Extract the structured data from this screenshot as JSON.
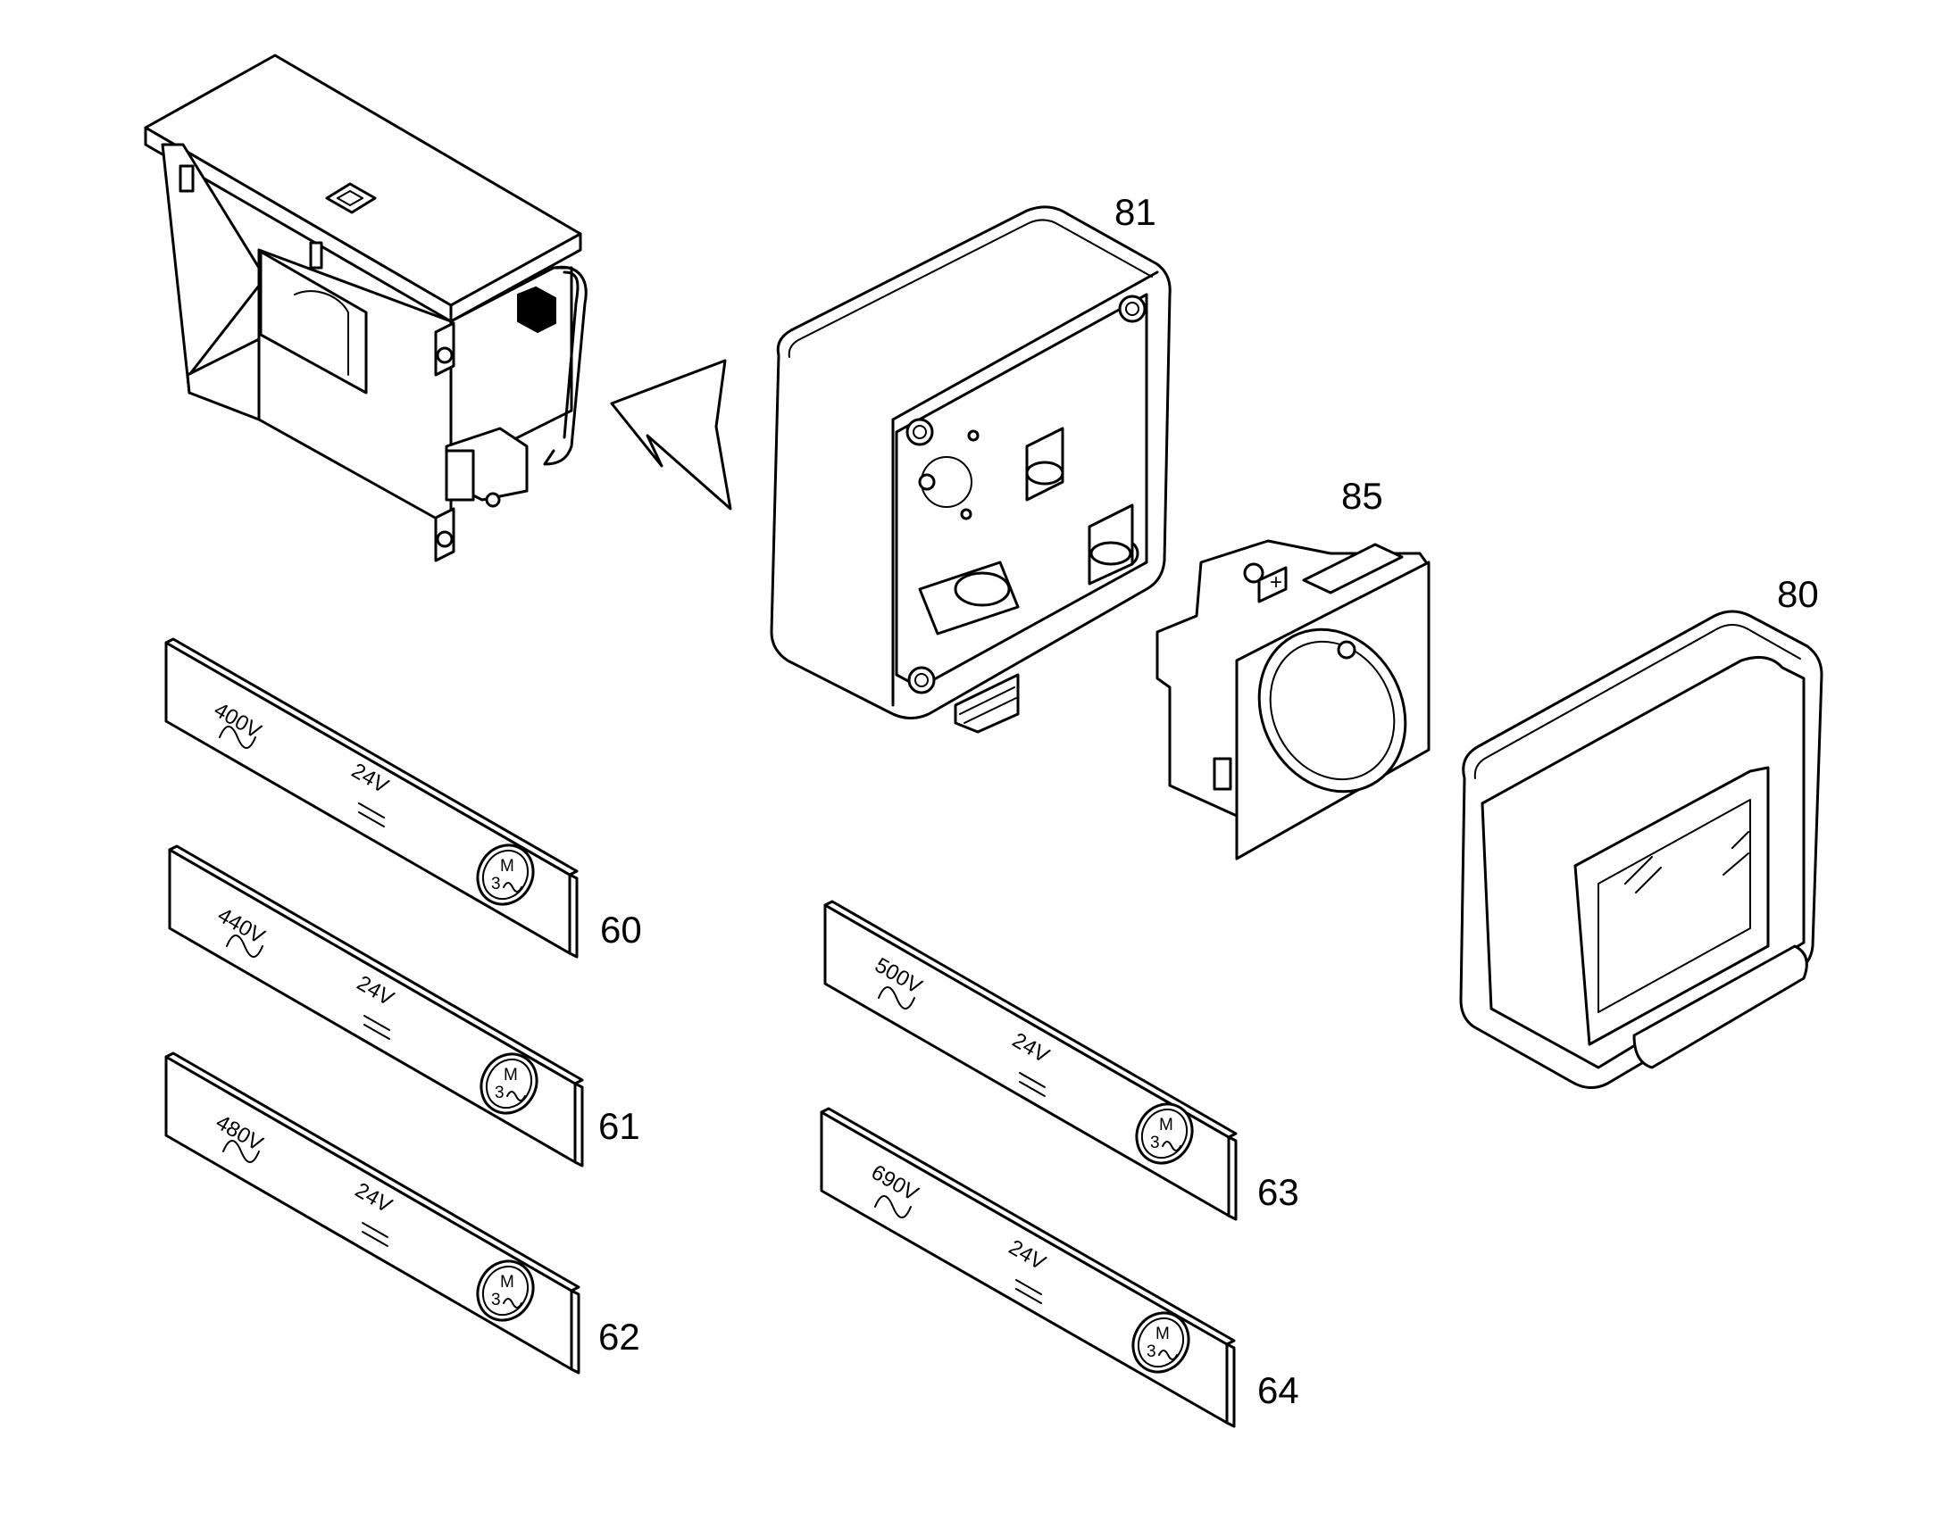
{
  "reference_labels": {
    "housing": "81",
    "socket": "85",
    "cover": "80"
  },
  "plates": [
    {
      "ref": "60",
      "voltage": "400V",
      "control": "24V",
      "motor_top": "M",
      "motor_bottom": "3"
    },
    {
      "ref": "61",
      "voltage": "440V",
      "control": "24V",
      "motor_top": "M",
      "motor_bottom": "3"
    },
    {
      "ref": "62",
      "voltage": "480V",
      "control": "24V",
      "motor_top": "M",
      "motor_bottom": "3"
    },
    {
      "ref": "63",
      "voltage": "500V",
      "control": "24V",
      "motor_top": "M",
      "motor_bottom": "3"
    },
    {
      "ref": "64",
      "voltage": "690V",
      "control": "24V",
      "motor_top": "M",
      "motor_bottom": "3"
    }
  ],
  "icons": [
    "lightning-arrow-icon",
    "alternating-current-icon",
    "direct-current-icon",
    "three-phase-motor-icon"
  ]
}
